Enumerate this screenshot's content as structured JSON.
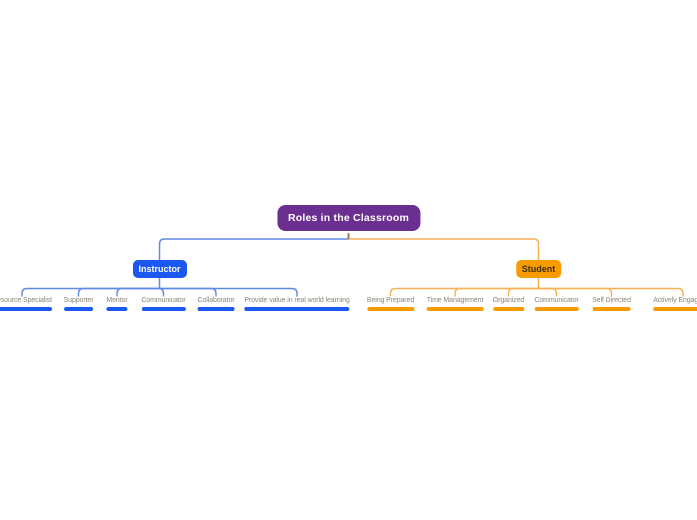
{
  "diagram": {
    "title": "Roles in the Classroom mind map",
    "background": "#ffffff",
    "root": {
      "label": "Roles in the Classroom",
      "bg": "#6a2f90",
      "text_color": "#ffffff",
      "stub_color": "#aa7e50"
    },
    "branches": [
      {
        "id": "instructor",
        "label": "Instructor",
        "bg": "#1a58f0",
        "text_color": "#ffffff",
        "connector_color": "#6189e8",
        "underline_color": "#1a58f0",
        "children": [
          "Resource Specialist",
          "Supporter",
          "Mentor",
          "Communicator",
          "Collaborator",
          "Provide value in real world learning"
        ]
      },
      {
        "id": "student",
        "label": "Student",
        "bg": "#f89b00",
        "text_color": "#3b2f0a",
        "connector_color": "#f7b155",
        "underline_color": "#f89b00",
        "children": [
          "Being Prepared",
          "Time Management",
          "Organized",
          "Communicator",
          "Self Directed",
          "Actively Engaged in"
        ]
      }
    ],
    "leaf_text_color": "#8c8578"
  }
}
